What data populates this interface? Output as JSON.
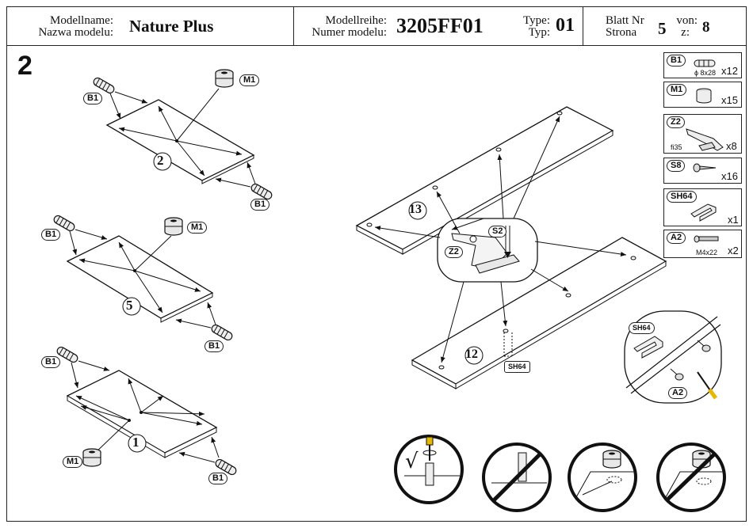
{
  "header": {
    "model_name_label_de": "Modellname:",
    "model_name_label_pl": "Nazwa modelu:",
    "model_name": "Nature Plus",
    "series_label_de": "Modellreihe:",
    "series_label_pl": "Numer modelu:",
    "series": "3205FF01",
    "type_label_de": "Type:",
    "type_label_pl": "Typ:",
    "type": "01",
    "sheet_label_de": "Blatt Nr",
    "sheet_label_pl": "Strona",
    "sheet": "5",
    "of_label_de": "von:",
    "of_label_pl": "z:",
    "total": "8"
  },
  "step_number": "2",
  "parts": [
    {
      "code": "B1",
      "spec": "ϕ 8x28",
      "qty": "x12"
    },
    {
      "code": "M1",
      "spec": "",
      "qty": "x15"
    },
    {
      "code": "Z2",
      "spec": "fi35",
      "qty": "x8"
    },
    {
      "code": "S8",
      "spec": "",
      "qty": "x16"
    },
    {
      "code": "SH64",
      "spec": "",
      "qty": "x1"
    },
    {
      "code": "A2",
      "spec": "M4x22",
      "qty": "x2"
    }
  ],
  "panels": {
    "p2": "2",
    "p5": "5",
    "p1": "1",
    "p13": "13",
    "p12": "12"
  },
  "callouts": {
    "b1": "B1",
    "m1": "M1",
    "z2": "Z2",
    "s2": "S2",
    "sh64": "SH64",
    "a2": "A2"
  },
  "check_mark": "√"
}
